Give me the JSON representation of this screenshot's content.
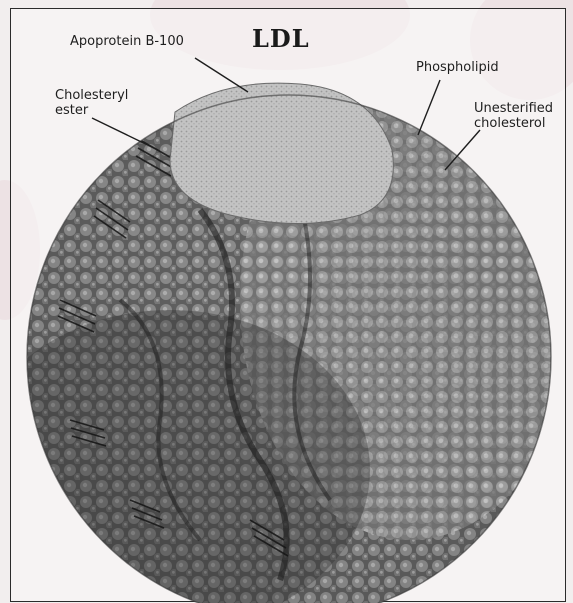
{
  "figure": {
    "title": "LDL",
    "labels": {
      "apoprotein": "Apoprotein B-100",
      "cholesteryl_line1": "Cholesteryl",
      "cholesteryl_line2": "ester",
      "phospholipid": "Phospholipid",
      "unesterified_line1": "Unesterified",
      "unesterified_line2": "cholesterol"
    }
  },
  "colors": {
    "background": "#f2eeee",
    "frame": "#2b2b2b",
    "particle_dark": "#3a3a3a",
    "particle_light": "#8a8a8a",
    "apoprotein_cap": "#b9b9b9",
    "watermark": "#ead8dc"
  }
}
